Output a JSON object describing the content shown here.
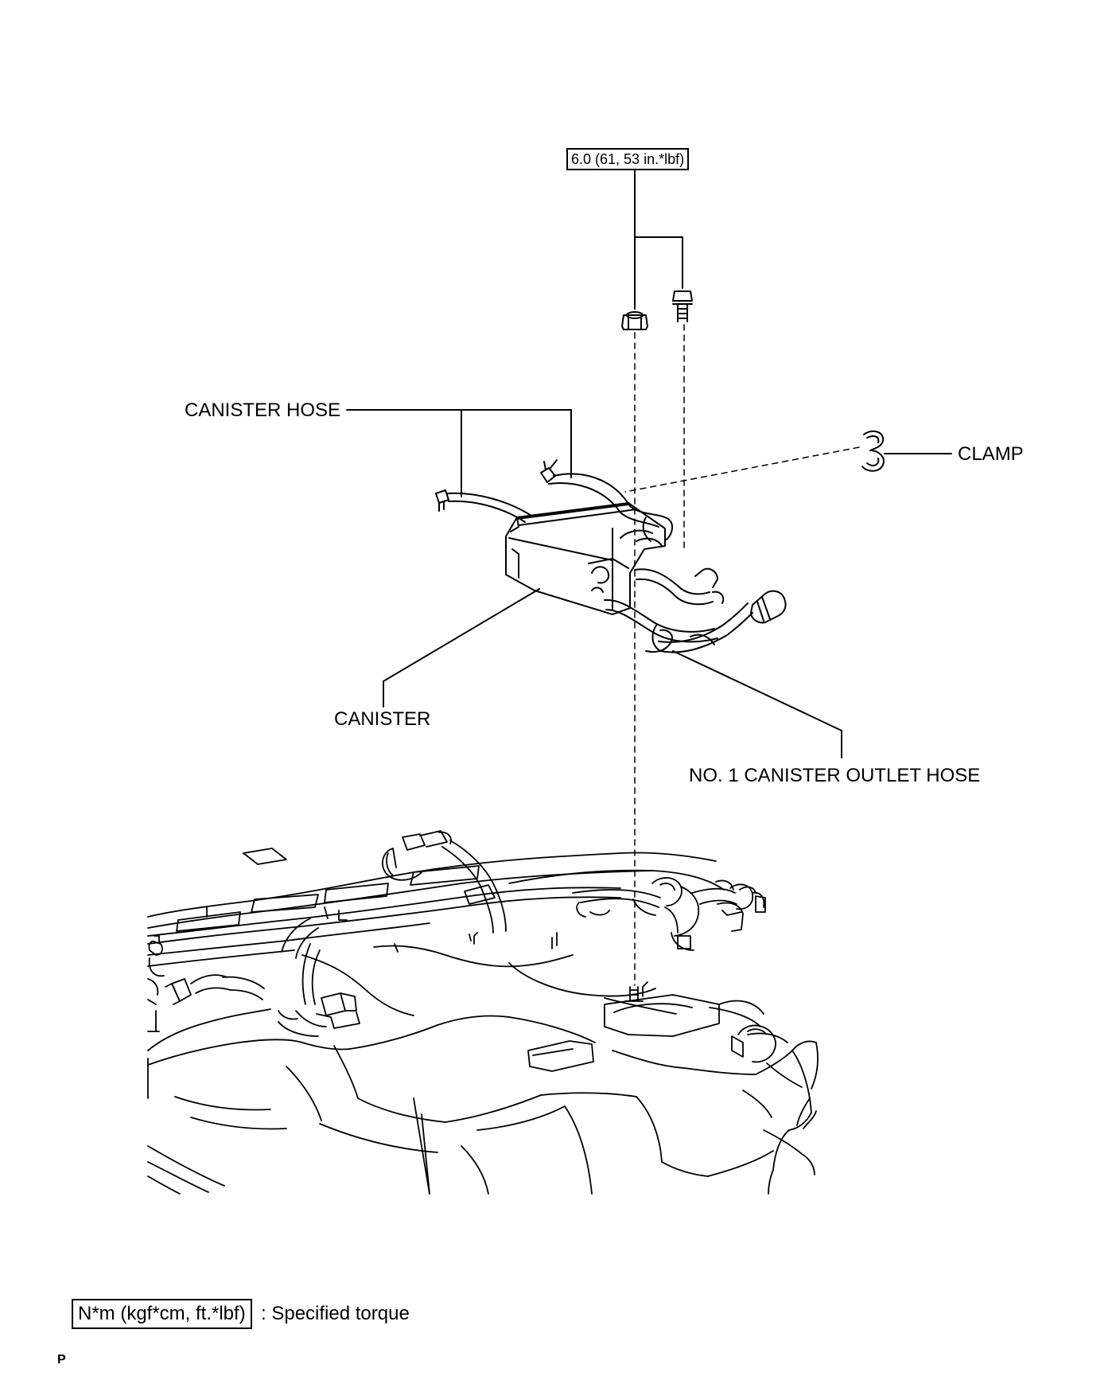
{
  "torque_spec": "6.0 (61, 53 in.*lbf)",
  "labels": {
    "canister_hose": "CANISTER HOSE",
    "clamp": "CLAMP",
    "canister": "CANISTER",
    "outlet_hose": "NO. 1 CANISTER OUTLET HOSE"
  },
  "legend": {
    "box_text": "N*m (kgf*cm, ft.*lbf)",
    "description": ": Specified torque"
  },
  "page_mark": "P"
}
